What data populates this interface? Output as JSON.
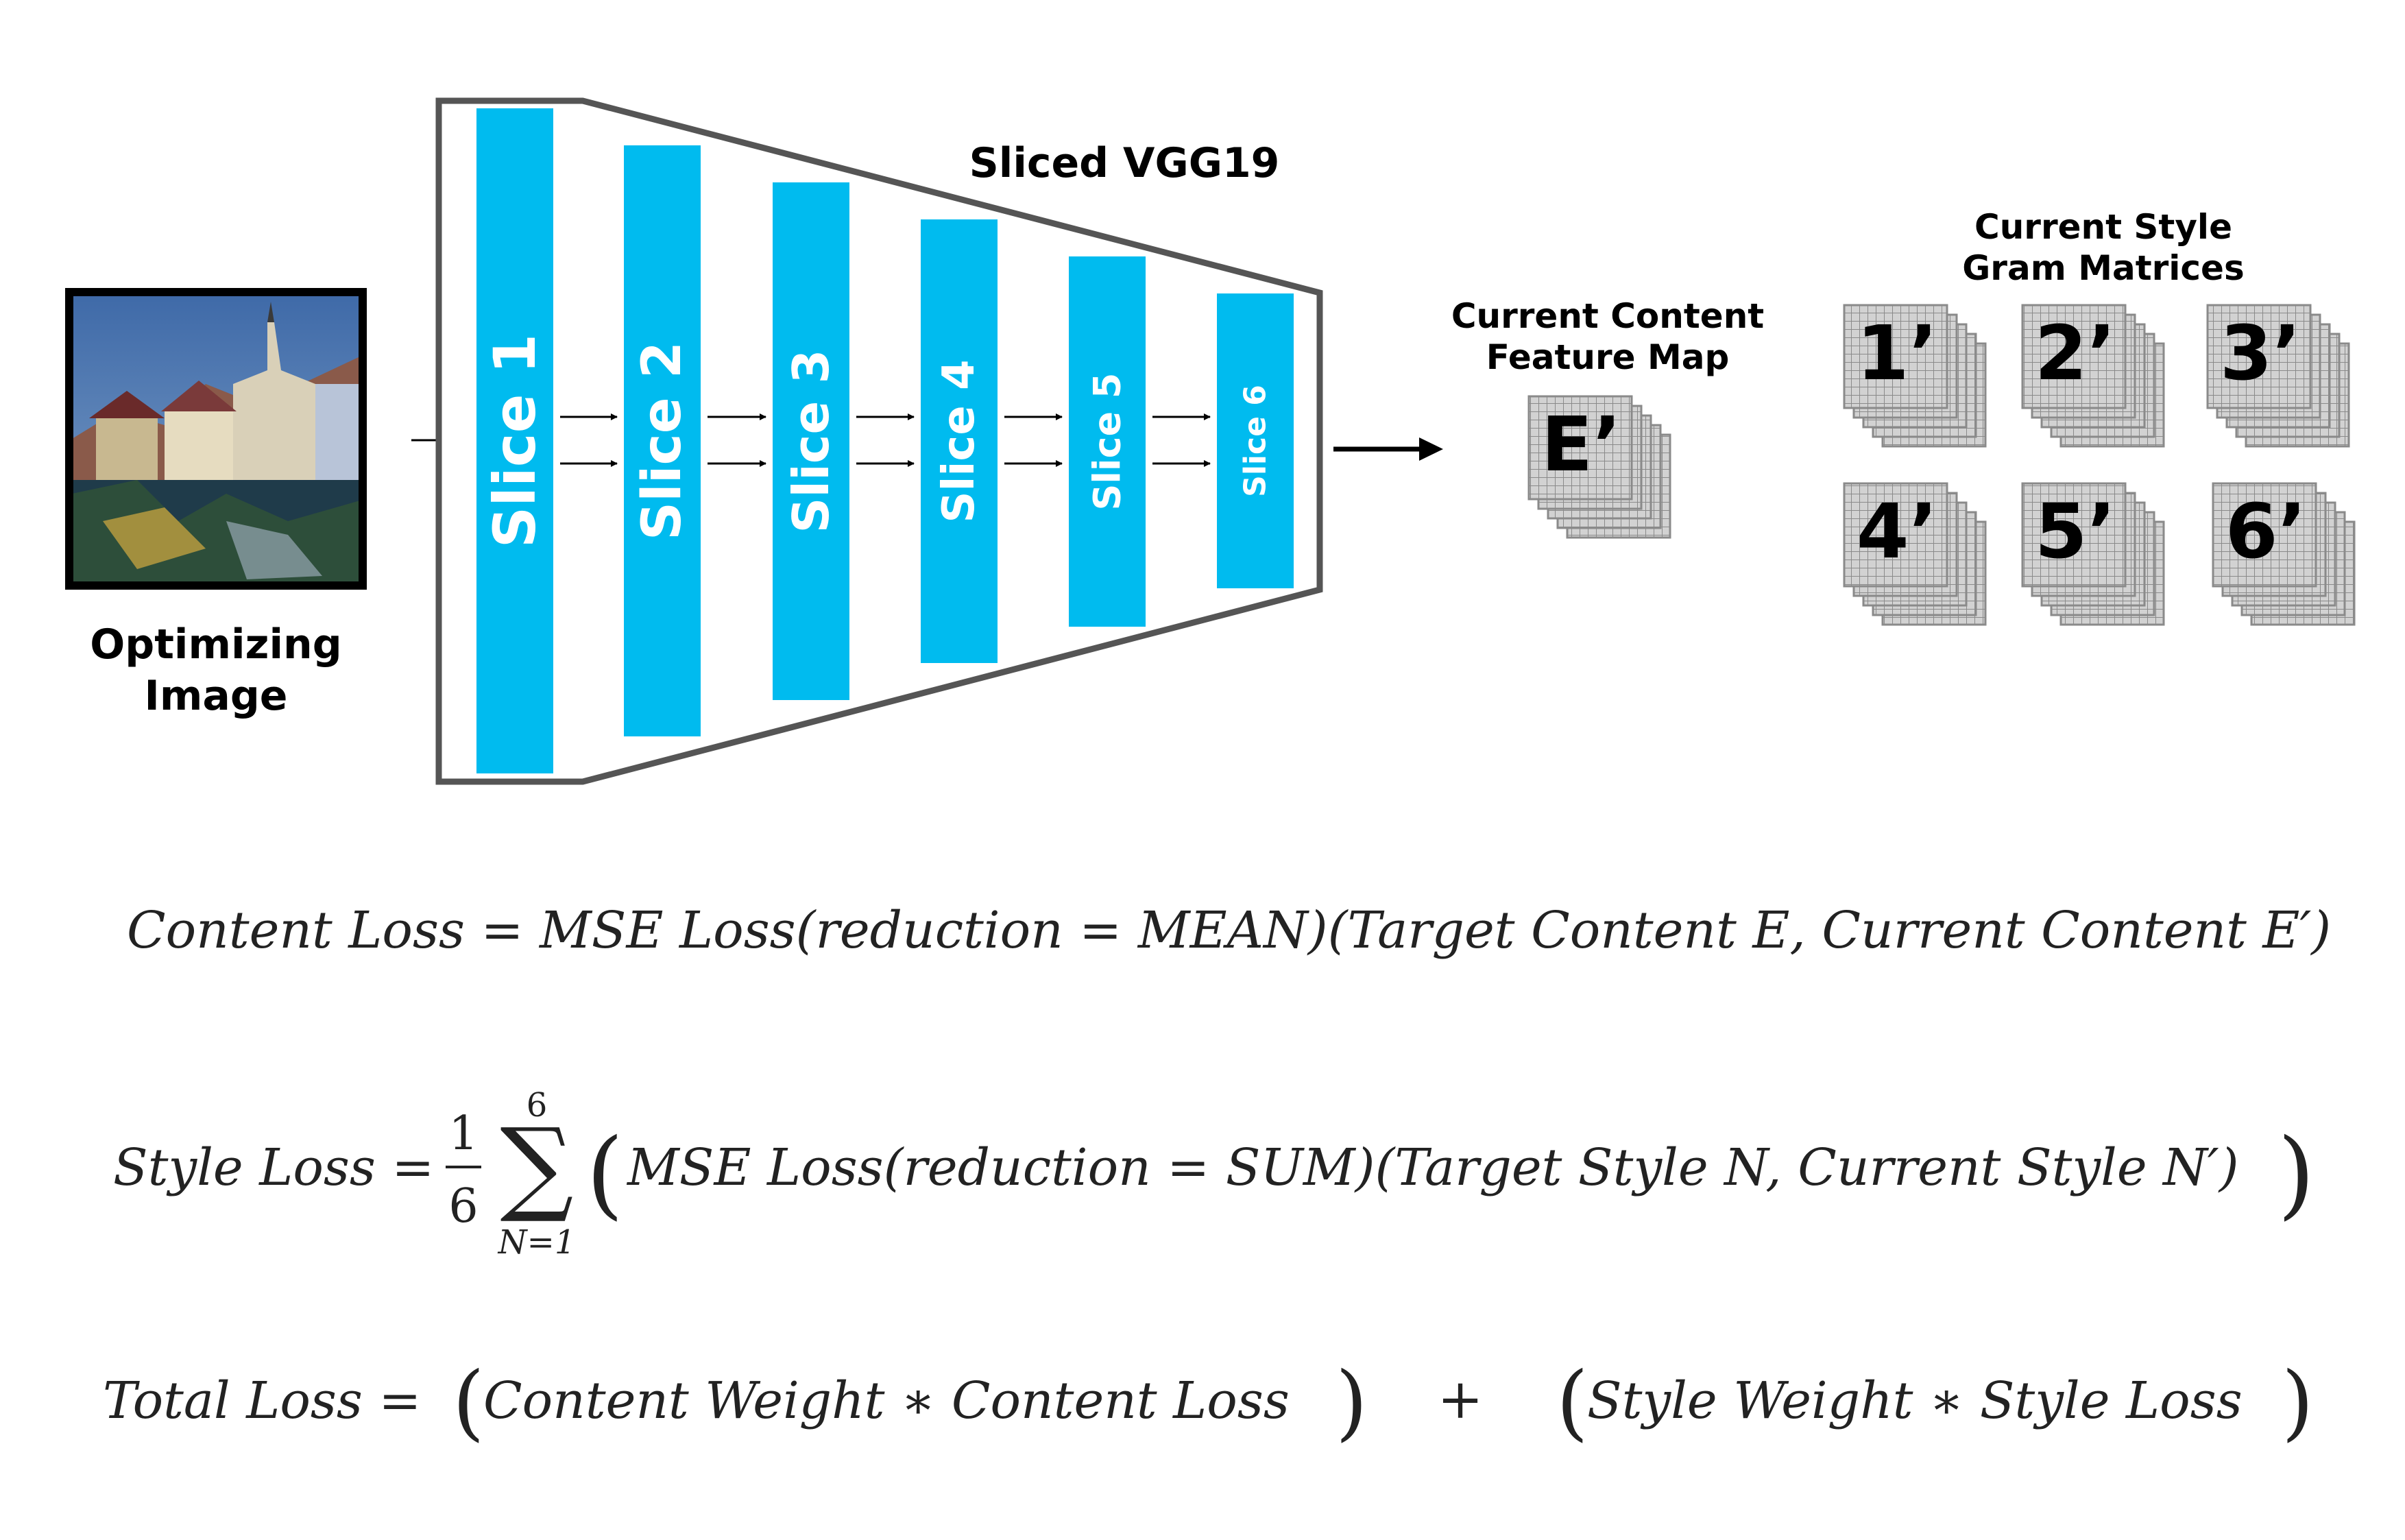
{
  "input_image": {
    "label_line1": "Optimizing",
    "label_line2": "Image"
  },
  "network": {
    "title": "Sliced VGG19",
    "slice_color": "#00bbef",
    "slices": [
      "Slice 1",
      "Slice 2",
      "Slice 3",
      "Slice 4",
      "Slice 5",
      "Slice 6"
    ]
  },
  "content_output": {
    "label_line1": "Current Content",
    "label_line2": "Feature Map",
    "map_label": "E’"
  },
  "style_output": {
    "label_line1": "Current Style",
    "label_line2": "Gram Matrices",
    "matrices": [
      "1’",
      "2’",
      "3’",
      "4’",
      "5’",
      "6’"
    ]
  },
  "equations": {
    "content_loss": {
      "lhs": "Content Loss",
      "rhs": "MSE Loss(reduction = MEAN)(Target Content E,  Current Content E′)"
    },
    "style_loss": {
      "lhs": "Style Loss",
      "frac_num": "1",
      "frac_den": "6",
      "sum_upper": "6",
      "sum_lower": "N=1",
      "body": "MSE Loss(reduction = SUM)(Target Style N,  Current Style N′)"
    },
    "total_loss": {
      "lhs": "Total Loss",
      "term1": "Content Weight  ∗  Content Loss",
      "plus": "+",
      "term2": "Style Weight  ∗  Style Loss"
    }
  }
}
